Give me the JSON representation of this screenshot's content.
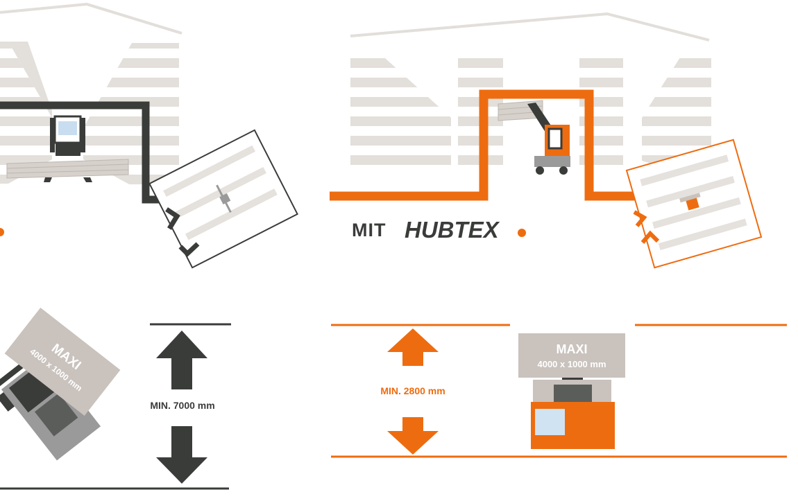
{
  "colors": {
    "orange": "#EE6C10",
    "dark": "#3A3C3A",
    "shelf": "#E2DEDA",
    "shelf_light": "#EDEAE7",
    "pallet": "#C9C2BD",
    "gray_truck": "#9A9A9A"
  },
  "brand": {
    "prefix": "MIT",
    "logo_text": "HUBTEX",
    "logo_dot": "."
  },
  "left_panel": {
    "load_box": {
      "title": "MAXI",
      "size": "4000 x 1000 mm"
    },
    "aisle_label": "MIN. 7000 mm"
  },
  "right_panel": {
    "load_box": {
      "title": "MAXI",
      "size": "4000 x 1000 mm"
    },
    "aisle_label": "MIN. 2800 mm"
  },
  "icons": {
    "arrow_up": "arrow-up-icon",
    "arrow_down": "arrow-down-icon",
    "forklift": "forklift-icon",
    "warehouse": "warehouse-icon"
  }
}
